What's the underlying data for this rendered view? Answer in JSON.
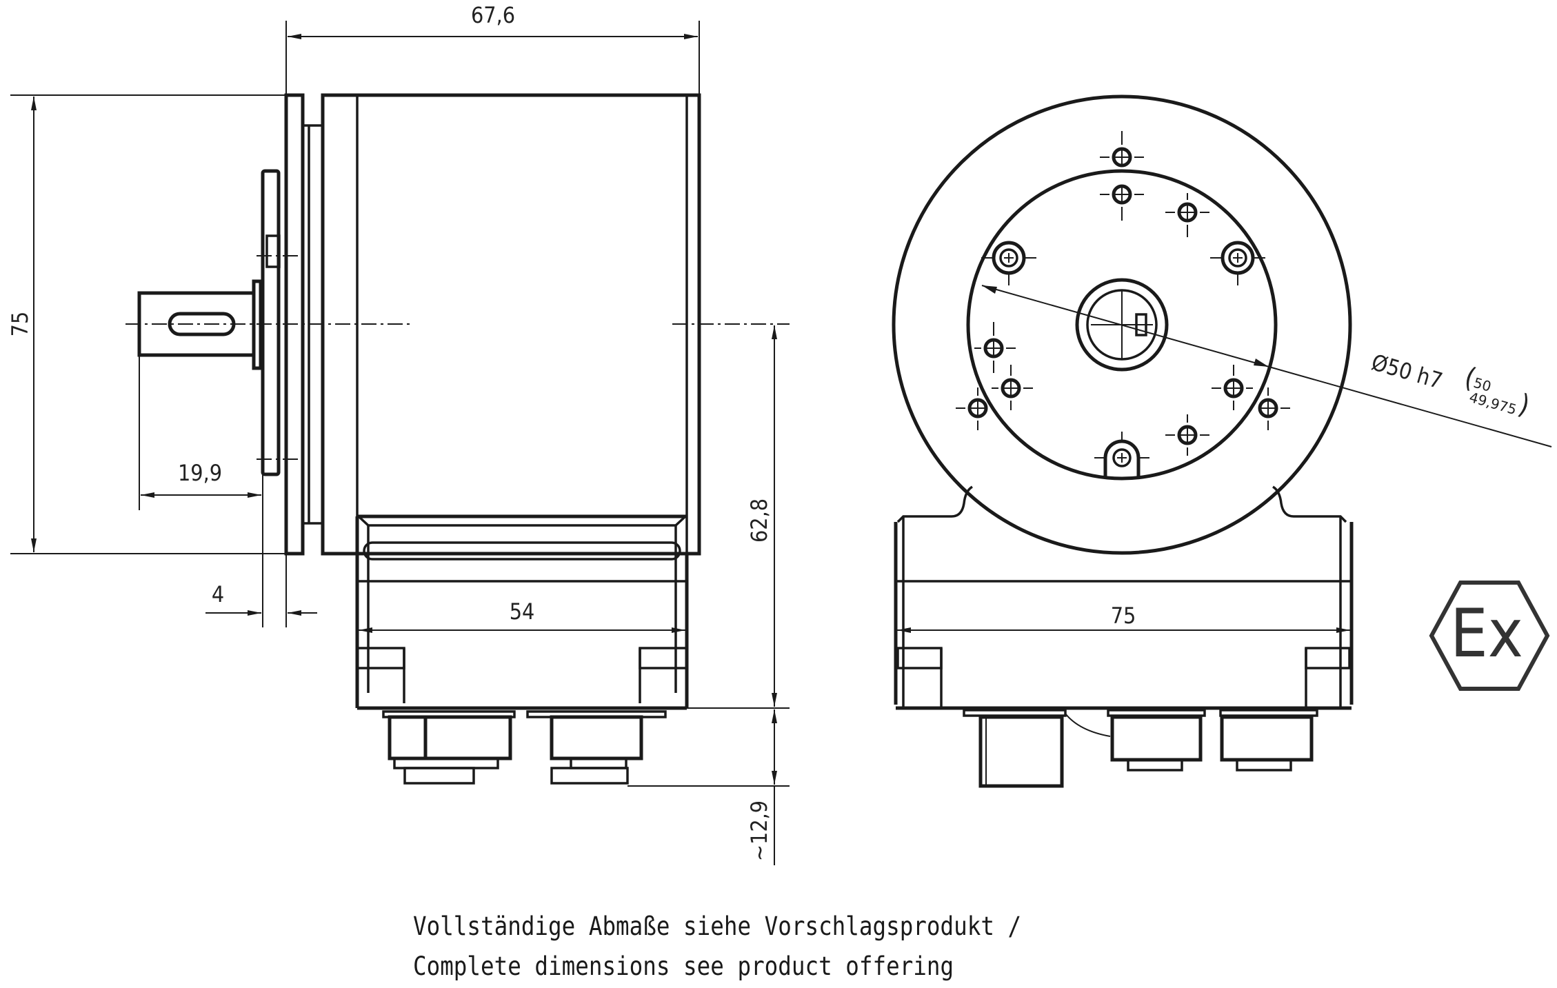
{
  "drawing": {
    "title": "Encoder dimension drawing",
    "views": [
      "side-view",
      "front-view"
    ],
    "units": "mm",
    "line_color": "#1a1a1a",
    "background": "#ffffff"
  },
  "dimensions": {
    "overall_length": "67,6",
    "flange_height": "75",
    "shaft_length": "19,9",
    "flange_thickness": "4",
    "connector_block_width": "54",
    "center_to_block_bottom": "62,8",
    "connector_protrusion": "~12,9",
    "base_width": "75",
    "spigot_diameter": "Ø50 h7",
    "spigot_tolerance_upper": "50",
    "spigot_tolerance_lower": "49,975"
  },
  "certification": {
    "symbol": "Ex",
    "icon": "atex-ex-hexagon-icon"
  },
  "notes": {
    "german": "Vollständige Abmaße siehe Vorschlagsprodukt /",
    "english": "Complete dimensions see product offering"
  }
}
